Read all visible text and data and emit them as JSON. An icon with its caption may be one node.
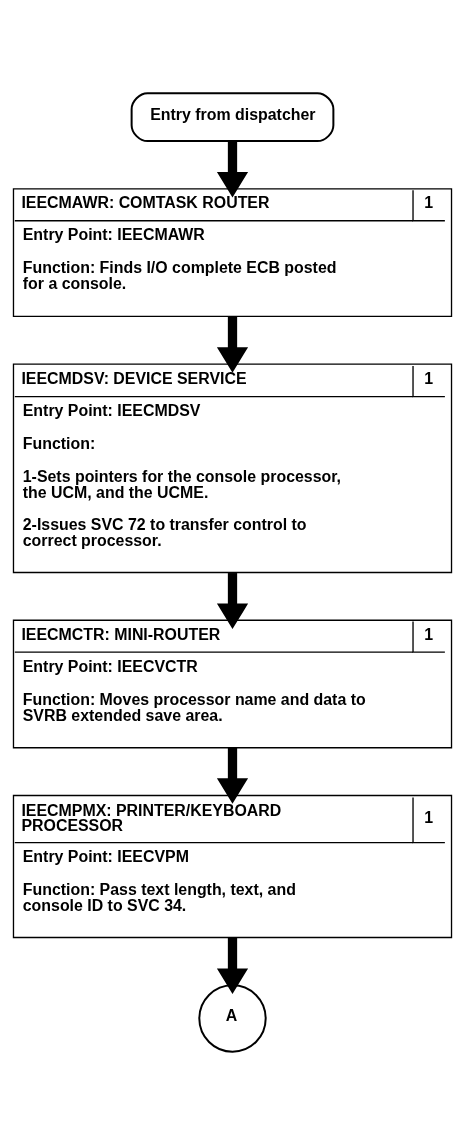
{
  "diagram": {
    "nodes": [
      {
        "text": [
          "Entry from dispatcher"
        ]
      },
      {
        "text": [
          "IEECMAWR: COMTASK ROUTER",
          "1",
          "Entry Point: IEECMAWR",
          "Function: Finds I/O complete ECB posted for a console."
        ]
      },
      {
        "text": [
          "IEECMDSV: DEVICE SERVICE",
          "1",
          "Entry Point: IEECMDSV",
          "Function:",
          "1-Sets pointers for the console processor, the UCM, and the UCME.",
          "2-Issues SVC 72 to transfer control to correct processor."
        ]
      },
      {
        "text": [
          "IEECMCTR: MINI-ROUTER",
          "1",
          "Entry Point: IEECVCTR",
          "Function: Moves processor name and data to SVRB extended save area."
        ]
      },
      {
        "text": [
          "IEECMPMX: PRINTER/KEYBOARD PROCESSOR",
          "1",
          "Entry Point: IEECVPM",
          "Function: Pass text length, text, and console ID to SVC 34."
        ]
      },
      {
        "text": [
          "A"
        ]
      }
    ],
    "edges": [
      {
        "from": 0,
        "to": 1,
        "arrow": "to"
      },
      {
        "from": 1,
        "to": 2,
        "arrow": "to"
      },
      {
        "from": 2,
        "to": 3,
        "arrow": "to"
      },
      {
        "from": 3,
        "to": 4,
        "arrow": "to"
      },
      {
        "from": 4,
        "to": 5,
        "arrow": "to"
      }
    ]
  }
}
